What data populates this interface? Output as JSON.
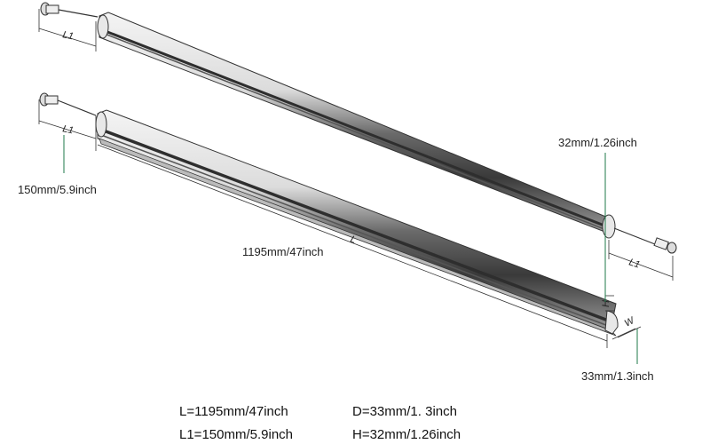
{
  "dimension_labels": {
    "l1": "L1",
    "l": "L",
    "h": "H",
    "w": "W"
  },
  "callouts": {
    "l1_value": "150mm/5.9inch",
    "l_value": "1195mm/47inch",
    "h_value": "32mm/1.26inch",
    "w_value": "33mm/1.3inch"
  },
  "specs": {
    "length": "L=1195mm/47inch",
    "l1": "L1=150mm/5.9inch",
    "diameter": "D=33mm/1. 3inch",
    "height": "H=32mm/1.26inch"
  },
  "colors": {
    "callout_line": "#1f7a4a",
    "tube_dark": "#4a4a4a",
    "tube_light": "#e6e6e6"
  }
}
